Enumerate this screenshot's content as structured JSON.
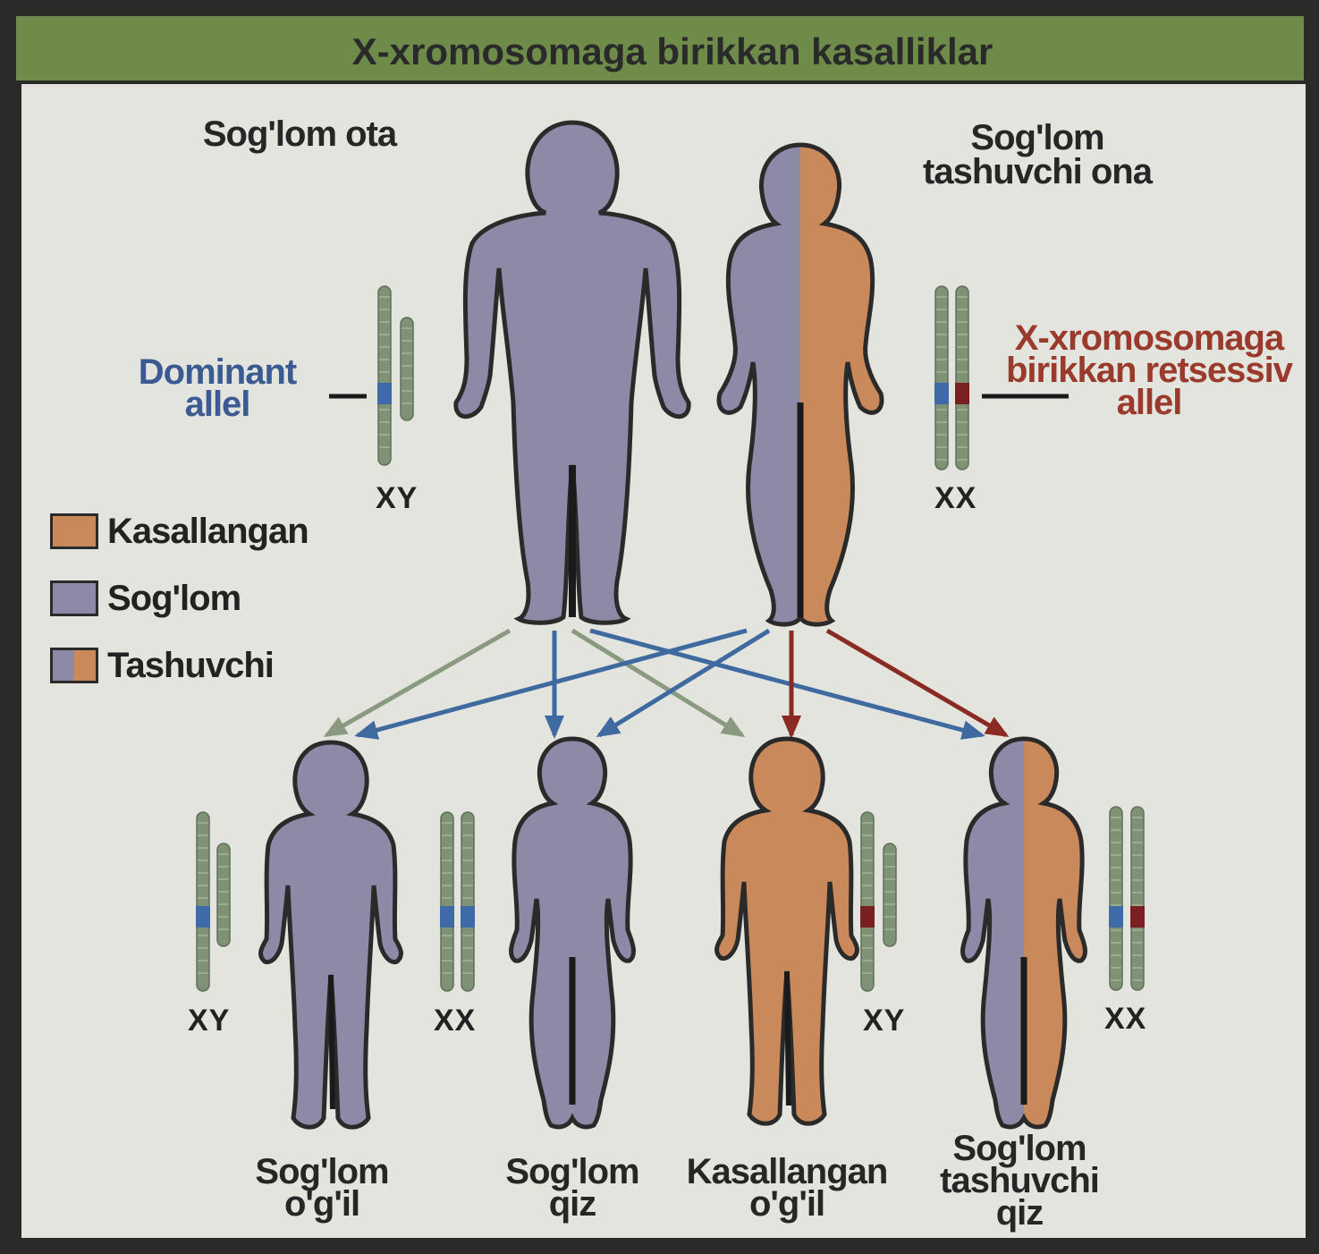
{
  "title": "X-xromosomaga birikkan kasalliklar",
  "colors": {
    "header_bg": "#6e8b4a",
    "panel_bg": "#e3e4de",
    "healthy": "#8d8aa8",
    "affected": "#c9895a",
    "chromosome": "#7f9276",
    "dominant_allele": "#3e6aa8",
    "recessive_allele": "#7a1f22",
    "blue_text": "#3a5a92",
    "red_text": "#9a3a2c",
    "arrow_blue": "#3e6aa0",
    "arrow_red": "#8a2a22",
    "arrow_gray": "#8a9a80"
  },
  "parents": {
    "father": {
      "label": "Sog'lom ota",
      "karyotype": "XY",
      "status": "healthy"
    },
    "mother": {
      "label": "Sog'lom tashuvchi ona",
      "karyotype": "XX",
      "status": "carrier"
    }
  },
  "annotations": {
    "dominant": "Dominant allel",
    "recessive": "X-xromosomaga birikkan retsessiv allel"
  },
  "legend": [
    {
      "label": "Kasallangan",
      "swatch": "affected"
    },
    {
      "label": "Sog'lom",
      "swatch": "healthy"
    },
    {
      "label": "Tashuvchi",
      "swatch": "carrier"
    }
  ],
  "children": [
    {
      "label": "Sog'lom o'g'il",
      "karyotype": "XY",
      "status": "healthy"
    },
    {
      "label": "Sog'lom qiz",
      "karyotype": "XX",
      "status": "healthy"
    },
    {
      "label": "Kasallangan o'g'il",
      "karyotype": "XY",
      "status": "affected"
    },
    {
      "label": "Sog'lom tashuvchi qiz",
      "karyotype": "XX",
      "status": "carrier"
    }
  ]
}
